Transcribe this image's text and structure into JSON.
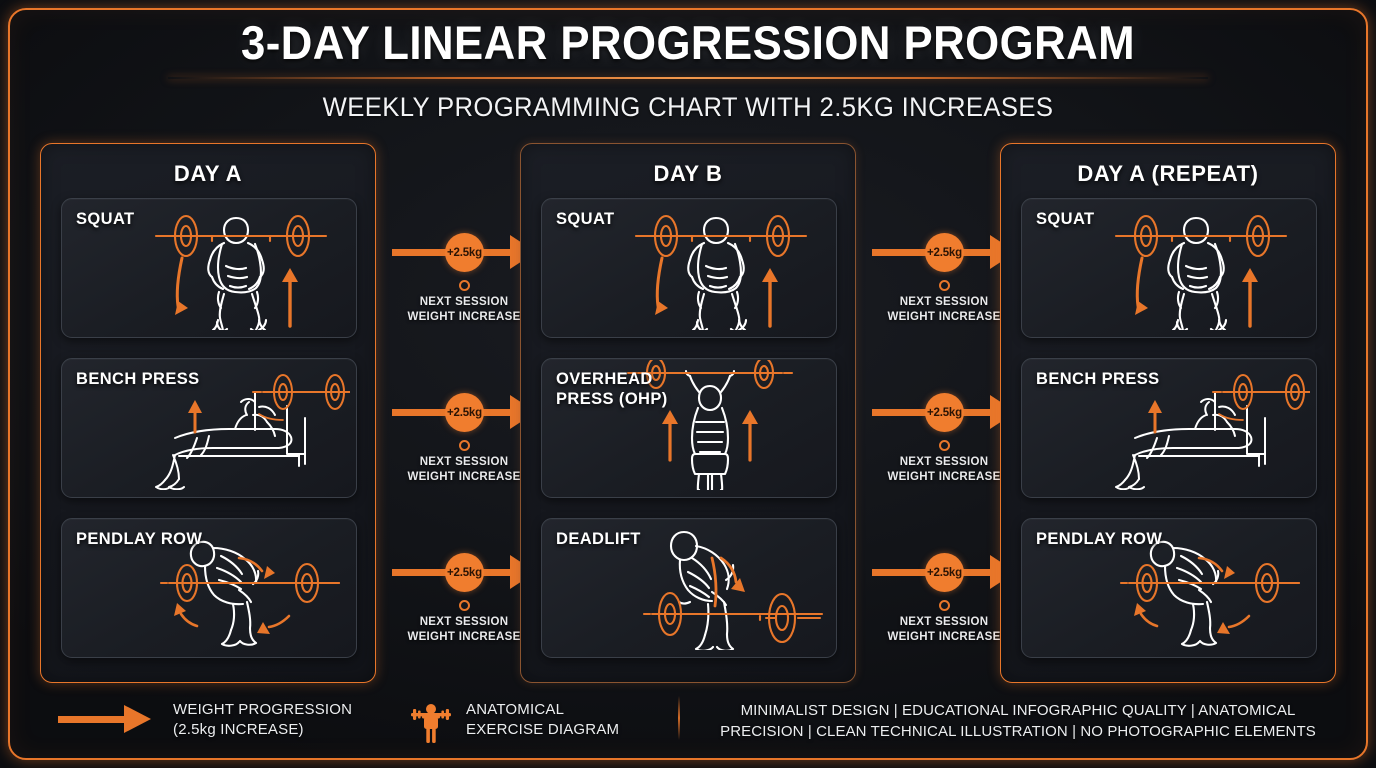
{
  "title": "3-DAY LINEAR PROGRESSION PROGRAM",
  "subtitle": "WEEKLY PROGRAMMING CHART WITH 2.5KG INCREASES",
  "colors": {
    "accent": "#e8762a",
    "badge": "#f07d2e",
    "panel": "#1b1e25",
    "card": "#22252c",
    "background": "#0a0a0c",
    "text": "#ffffff"
  },
  "columns": [
    {
      "title": "DAY A",
      "cards": [
        {
          "label": "SQUAT",
          "figure": "squat-figure"
        },
        {
          "label": "BENCH PRESS",
          "figure": "bench-press-figure"
        },
        {
          "label": "PENDLAY ROW",
          "figure": "pendlay-row-figure"
        }
      ]
    },
    {
      "title": "DAY B",
      "cards": [
        {
          "label": "SQUAT",
          "figure": "squat-figure"
        },
        {
          "label": "OVERHEAD\nPRESS (OHP)",
          "figure": "overhead-press-figure"
        },
        {
          "label": "DEADLIFT",
          "figure": "deadlift-figure"
        }
      ]
    },
    {
      "title": "DAY A (REPEAT)",
      "cards": [
        {
          "label": "SQUAT",
          "figure": "squat-figure"
        },
        {
          "label": "BENCH PRESS",
          "figure": "bench-press-figure"
        },
        {
          "label": "PENDLAY ROW",
          "figure": "pendlay-row-figure"
        }
      ]
    }
  ],
  "connector": {
    "badge": "+2.5kg",
    "caption_line1": "NEXT SESSION",
    "caption_line2": "WEIGHT INCREASE"
  },
  "footer": {
    "legend1_line1": "WEIGHT PROGRESSION",
    "legend1_line2": "(2.5kg INCREASE)",
    "legend2_line1": "ANATOMICAL",
    "legend2_line2": "EXERCISE DIAGRAM",
    "note_line1": "MINIMALIST DESIGN | EDUCATIONAL INFOGRAPHIC QUALITY | ANATOMICAL",
    "note_line2": "PRECISION | CLEAN TECHNICAL ILLUSTRATION | NO PHOTOGRAPHIC ELEMENTS"
  }
}
